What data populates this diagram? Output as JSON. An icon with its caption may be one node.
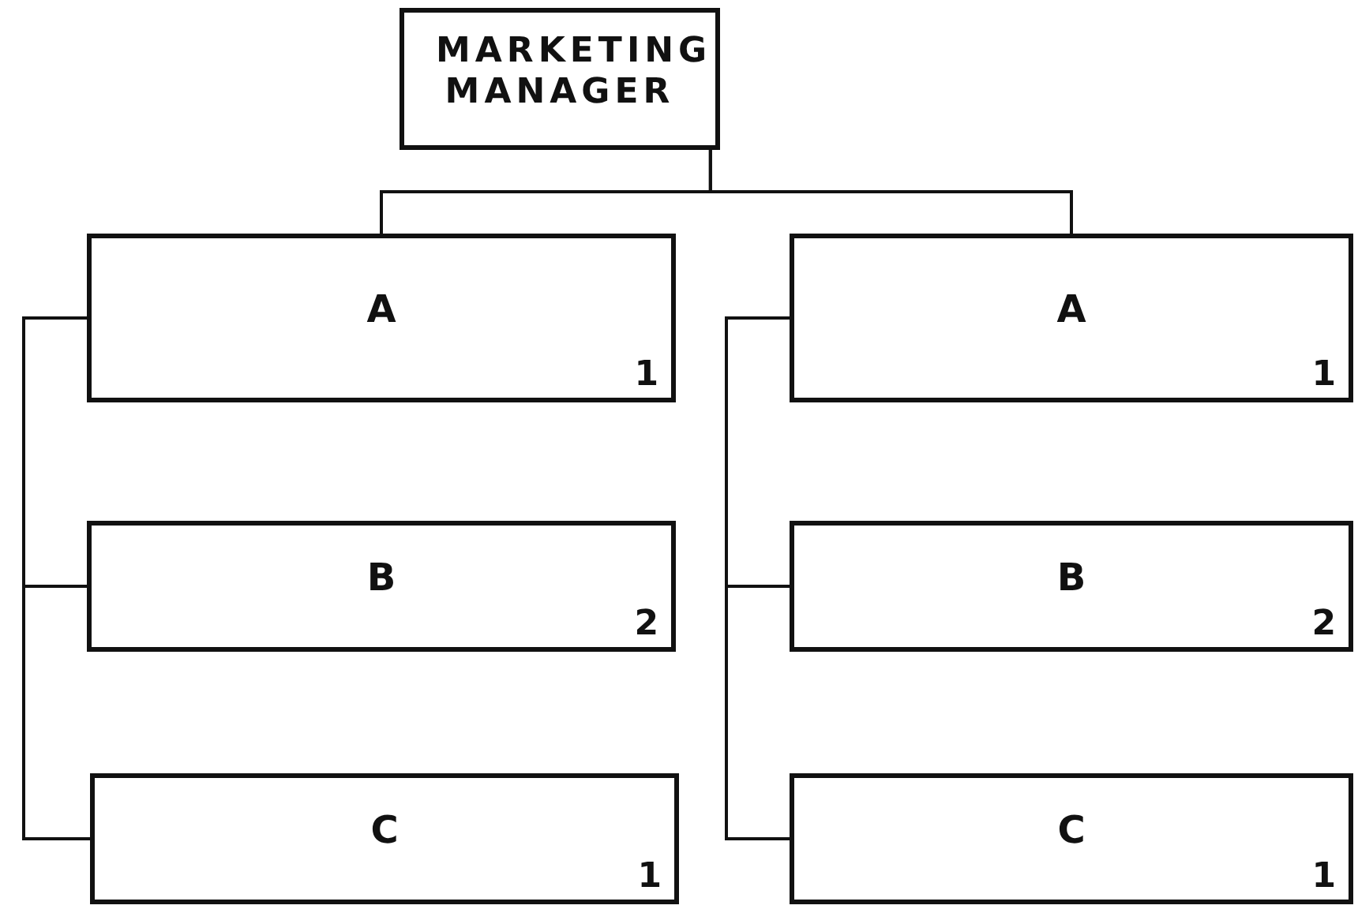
{
  "diagram": {
    "nodes": [
      {
        "text": [
          "MARKETING MANAGER"
        ]
      },
      {
        "text": [
          "A",
          "1"
        ]
      },
      {
        "text": [
          "B",
          "2"
        ]
      },
      {
        "text": [
          "C",
          "1"
        ]
      },
      {
        "text": [
          "A",
          "1"
        ]
      },
      {
        "text": [
          "B",
          "2"
        ]
      },
      {
        "text": [
          "C",
          "1"
        ]
      }
    ],
    "edges": [
      {
        "from": 0,
        "to": 1,
        "arrow": "none"
      },
      {
        "from": 0,
        "to": 4,
        "arrow": "none"
      },
      {
        "from": 1,
        "to": 2,
        "arrow": "none"
      },
      {
        "from": 1,
        "to": 3,
        "arrow": "none"
      },
      {
        "from": 4,
        "to": 5,
        "arrow": "none"
      },
      {
        "from": 4,
        "to": 6,
        "arrow": "none"
      }
    ]
  }
}
